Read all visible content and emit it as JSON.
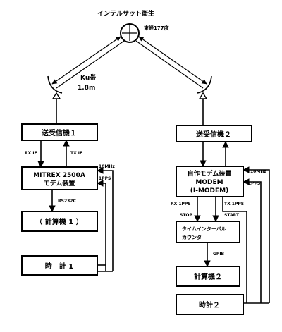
{
  "satellite": {
    "title": "インテルサット衛生",
    "position": "東経177度"
  },
  "antenna": {
    "band": "Ku帯",
    "size": "1.8m"
  },
  "left_station": {
    "transceiver": "送受信機１",
    "rx_if": "RX IF",
    "tx_if": "TX IF",
    "modem_line1": "MITREX 2500A",
    "modem_line2": "モデム装置",
    "ref_10mhz": "10MHz",
    "ref_1pps": "1PPS",
    "rs232c": "RS232C",
    "computer": "（ 計算機 1 ）",
    "clock": "時　計 1"
  },
  "right_station": {
    "transceiver": "送受信機２",
    "modem_line1": "自作モデム装置",
    "modem_line2": "MODEM",
    "modem_line3": "(I-MODEM)",
    "ref_10mhz": "10MHz",
    "ref_1pps": "1PPS",
    "rx_1pps": "RX 1PPS",
    "tx_1pps": "TX 1PPS",
    "stop": "STOP",
    "start": "START",
    "counter_line1": "タイムインターバル",
    "counter_line2": "カウンタ",
    "gpib": "GPIB",
    "computer": "計算機２",
    "clock": "時計２"
  }
}
